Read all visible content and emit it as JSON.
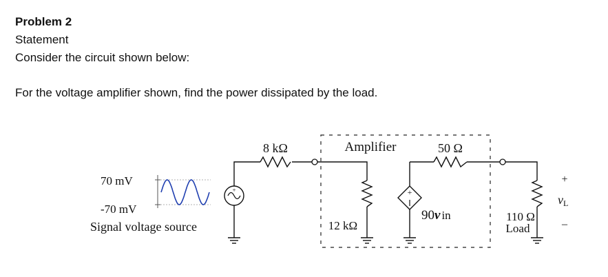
{
  "problem": {
    "title": "Problem 2",
    "statement_label": "Statement",
    "intro": "Consider the circuit shown below:",
    "question": "For the voltage amplifier shown, find the power dissipated by the load."
  },
  "circuit": {
    "source": {
      "max_label": "70 mV",
      "min_label": "-70 mV",
      "caption": "Signal voltage source"
    },
    "source_resistor": "8 kΩ",
    "amplifier_label": "Amplifier",
    "input_resistor": "12 kΩ",
    "dependent_source_gain": "90",
    "dependent_source_var": "v",
    "dependent_source_sub": "in",
    "output_resistor": "50 Ω",
    "load_resistor": "110 Ω",
    "load_label": "Load",
    "vl_plus": "+",
    "vl_minus": "–",
    "vl_var": "v",
    "vl_sub": "L",
    "colors": {
      "wire": "#111111",
      "sine": "#1f3fb0",
      "dashed_box": "#222222"
    }
  }
}
